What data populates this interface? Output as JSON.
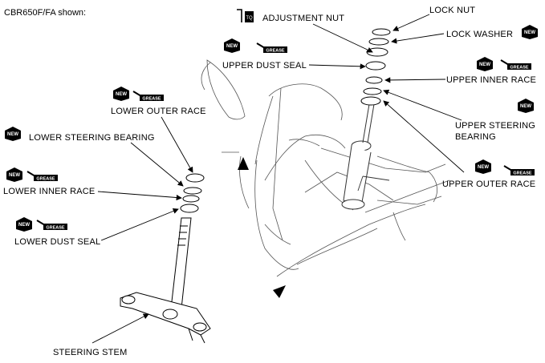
{
  "caption": "CBR650F/FA shown:",
  "labels": {
    "adjustment_nut": "ADJUSTMENT NUT",
    "lock_nut": "LOCK NUT",
    "lock_washer": "LOCK WASHER",
    "upper_dust_seal": "UPPER DUST SEAL",
    "upper_inner_race": "UPPER INNER RACE",
    "upper_steering_bearing_line1": "UPPER STEERING",
    "upper_steering_bearing_line2": "BEARING",
    "upper_outer_race": "UPPER OUTER RACE",
    "lower_outer_race": "LOWER OUTER RACE",
    "lower_steering_bearing": "LOWER STEERING BEARING",
    "lower_inner_race": "LOWER INNER RACE",
    "lower_dust_seal": "LOWER DUST SEAL",
    "steering_stem": "STEERING STEM"
  },
  "icons": {
    "new_text": "NEW",
    "grease_text": "GREASE",
    "tool_text": "TQ"
  }
}
